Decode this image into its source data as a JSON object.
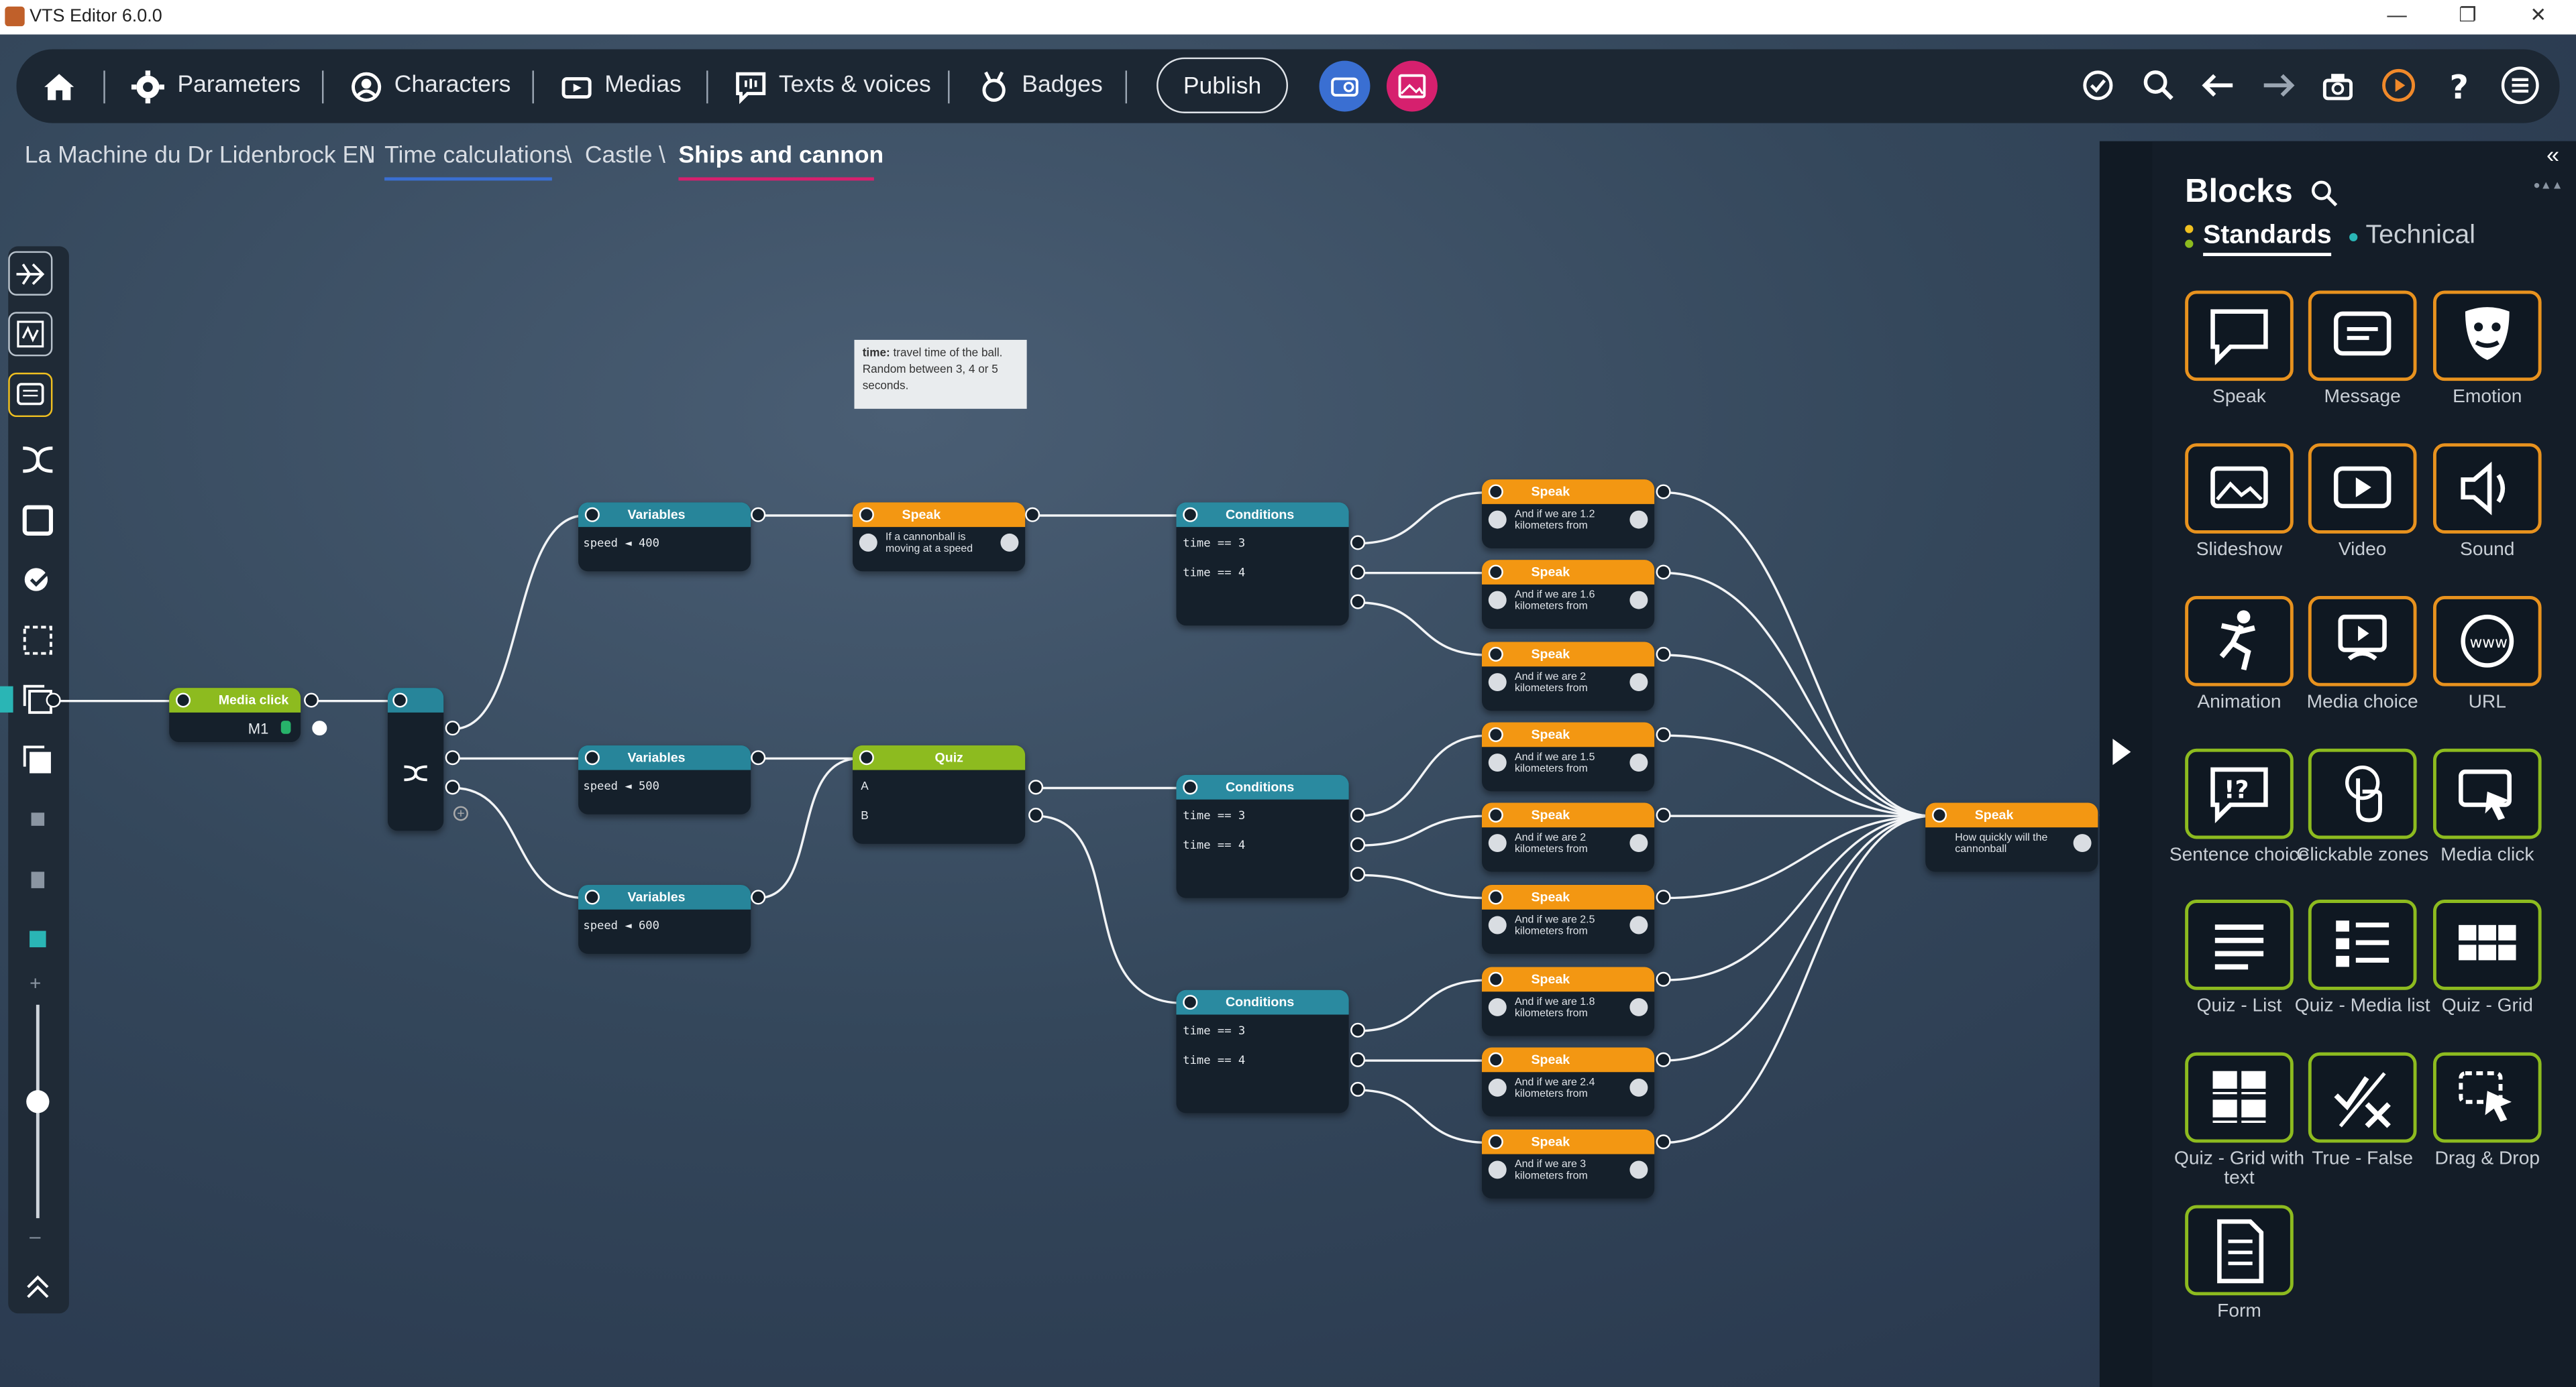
{
  "window": {
    "title": "VTS Editor 6.0.0"
  },
  "topbar": {
    "parameters": "Parameters",
    "characters": "Characters",
    "medias": "Medias",
    "texts_voices": "Texts & voices",
    "badges": "Badges",
    "publish": "Publish"
  },
  "breadcrumb": [
    "La Machine du Dr Lidenbrock EN",
    "\\",
    "Time calculations",
    "\\",
    "Castle",
    "\\",
    "Ships and cannon"
  ],
  "tooltip": {
    "label": "time:",
    "text": "travel time of the ball. Random between 3, 4 or 5 seconds."
  },
  "nodes": {
    "media_click": {
      "title": "Media click",
      "value": "M1"
    },
    "var1": {
      "title": "Variables",
      "line": "speed ◄ 400"
    },
    "var2": {
      "title": "Variables",
      "line": "speed ◄ 500"
    },
    "var3": {
      "title": "Variables",
      "line": "speed ◄ 600"
    },
    "speak_top": {
      "title": "Speak",
      "text": "If a cannonball is moving at a speed"
    },
    "quiz": {
      "title": "Quiz",
      "a": "A",
      "b": "B"
    },
    "cond1": {
      "title": "Conditions",
      "l1": "time == 3",
      "l2": "time == 4"
    },
    "cond2": {
      "title": "Conditions",
      "l1": "time == 3",
      "l2": "time == 4"
    },
    "cond3": {
      "title": "Conditions",
      "l1": "time == 3",
      "l2": "time == 4"
    },
    "speaks": [
      {
        "title": "Speak",
        "text": "And if we are 1.2 kilometers from"
      },
      {
        "title": "Speak",
        "text": "And if we are 1.6 kilometers from"
      },
      {
        "title": "Speak",
        "text": "And if we are 2 kilometers from"
      },
      {
        "title": "Speak",
        "text": "And if we are 1.5 kilometers from"
      },
      {
        "title": "Speak",
        "text": "And if we are 2 kilometers from"
      },
      {
        "title": "Speak",
        "text": "And if we are 2.5 kilometers from"
      },
      {
        "title": "Speak",
        "text": "And if we are 1.8 kilometers from"
      },
      {
        "title": "Speak",
        "text": "And if we are 2.4 kilometers from"
      },
      {
        "title": "Speak",
        "text": "And if we are 3 kilometers from"
      }
    ],
    "speak_final": {
      "title": "Speak",
      "text": "How quickly will the cannonball"
    }
  },
  "panel": {
    "title": "Blocks",
    "tab_standards": "Standards",
    "tab_technical": "Technical",
    "blocks": [
      {
        "label": "Speak",
        "icon": "speech-bubble-icon",
        "color": "#e8921e"
      },
      {
        "label": "Message",
        "icon": "message-icon",
        "color": "#e8921e"
      },
      {
        "label": "Emotion",
        "icon": "emotion-mask-icon",
        "color": "#e8921e"
      },
      {
        "label": "Slideshow",
        "icon": "slideshow-icon",
        "color": "#e8921e"
      },
      {
        "label": "Video",
        "icon": "video-icon",
        "color": "#e8921e"
      },
      {
        "label": "Sound",
        "icon": "sound-icon",
        "color": "#e8921e"
      },
      {
        "label": "Animation",
        "icon": "animation-icon",
        "color": "#e8921e"
      },
      {
        "label": "Media choice",
        "icon": "media-choice-icon",
        "color": "#e8921e"
      },
      {
        "label": "URL",
        "icon": "url-icon",
        "color": "#e8921e"
      },
      {
        "label": "Sentence choice",
        "icon": "sentence-choice-icon",
        "color": "#8dbb1f"
      },
      {
        "label": "Clickable zones",
        "icon": "clickable-zones-icon",
        "color": "#8dbb1f"
      },
      {
        "label": "Media click",
        "icon": "media-click-icon",
        "color": "#8dbb1f"
      },
      {
        "label": "Quiz - List",
        "icon": "quiz-list-icon",
        "color": "#8dbb1f"
      },
      {
        "label": "Quiz - Media list",
        "icon": "quiz-media-list-icon",
        "color": "#8dbb1f"
      },
      {
        "label": "Quiz - Grid",
        "icon": "quiz-grid-icon",
        "color": "#8dbb1f"
      },
      {
        "label": "Quiz - Grid with text",
        "icon": "quiz-grid-text-icon",
        "color": "#8dbb1f"
      },
      {
        "label": "True - False",
        "icon": "true-false-icon",
        "color": "#8dbb1f"
      },
      {
        "label": "Drag & Drop",
        "icon": "drag-drop-icon",
        "color": "#8dbb1f"
      },
      {
        "label": "Form",
        "icon": "form-icon",
        "color": "#8dbb1f"
      }
    ]
  },
  "colors": {
    "speak": "#f39712",
    "quiz": "#8dbb1f",
    "variables": "#27859a",
    "conditions": "#2a8aa0",
    "accent_pink": "#d6206e",
    "accent_blue": "#3a6fd2"
  }
}
